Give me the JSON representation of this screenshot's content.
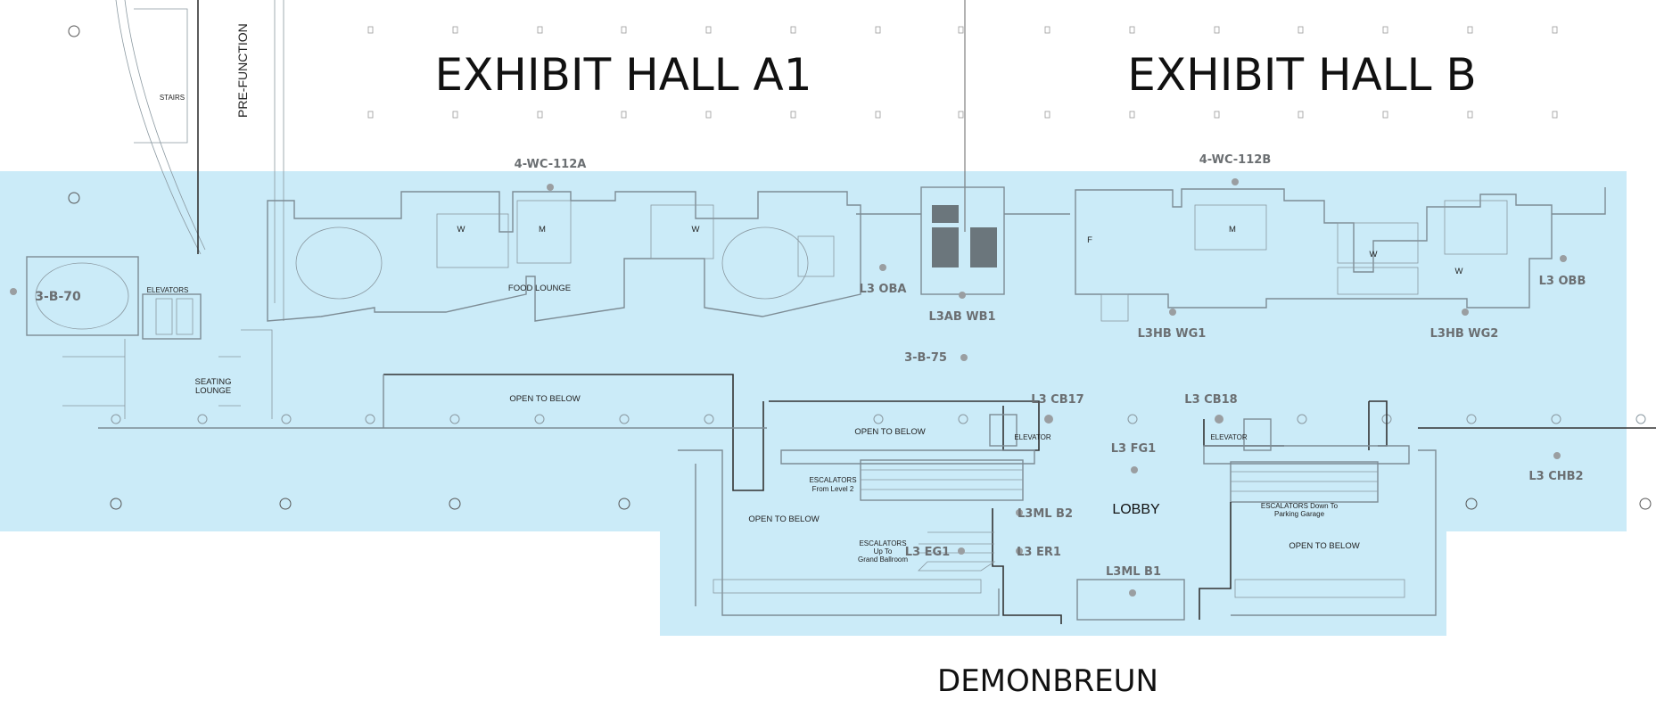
{
  "halls": {
    "a1": "EXHIBIT HALL A1",
    "b": "EXHIBIT HALL B"
  },
  "street": "DEMONBREUN",
  "prefunction": "PRE-FUNCTION",
  "colors": {
    "zone": "#cbebf8",
    "wall": "#7d8c95",
    "marker": "#9a9ea1"
  },
  "rooms": {
    "wc112a": "4-WC-112A",
    "wc112b": "4-WC-112B",
    "b70": "3-B-70",
    "b75": "3-B-75",
    "oba": "L3 OBA",
    "abwb1": "L3AB WB1",
    "hbwg1": "L3HB WG1",
    "hbwg2": "L3HB WG2",
    "obb": "L3 OBB",
    "cb17": "L3 CB17",
    "cb18": "L3 CB18",
    "fg1": "L3 FG1",
    "chb2": "L3 CHB2",
    "mlb2": "L3ML B2",
    "eg1": "L3 EG1",
    "er1": "L3 ER1",
    "mlb1": "L3ML B1"
  },
  "areas": {
    "stairs": "STAIRS",
    "elevators": "ELEVATORS",
    "seating1": "SEATING",
    "seating2": "LOUNGE",
    "food": "FOOD LOUNGE",
    "open1": "OPEN TO BELOW",
    "open2": "OPEN TO BELOW",
    "open3": "OPEN TO BELOW",
    "open4": "OPEN TO BELOW",
    "elevator1": "ELEVATOR",
    "elevator2": "ELEVATOR",
    "esc_l2_1": "ESCALATORS",
    "esc_l2_2": "From Level 2",
    "esc_gb_1": "ESCALATORS",
    "esc_gb_2": "Up To",
    "esc_gb_3": "Grand Ballroom",
    "esc_pg_1": "ESCALATORS Down To",
    "esc_pg_2": "Parking Garage",
    "lobby": "LOBBY",
    "w1": "W",
    "m1": "M",
    "w2": "W",
    "m2": "M",
    "w3": "W",
    "w4": "W",
    "f1": "F"
  }
}
